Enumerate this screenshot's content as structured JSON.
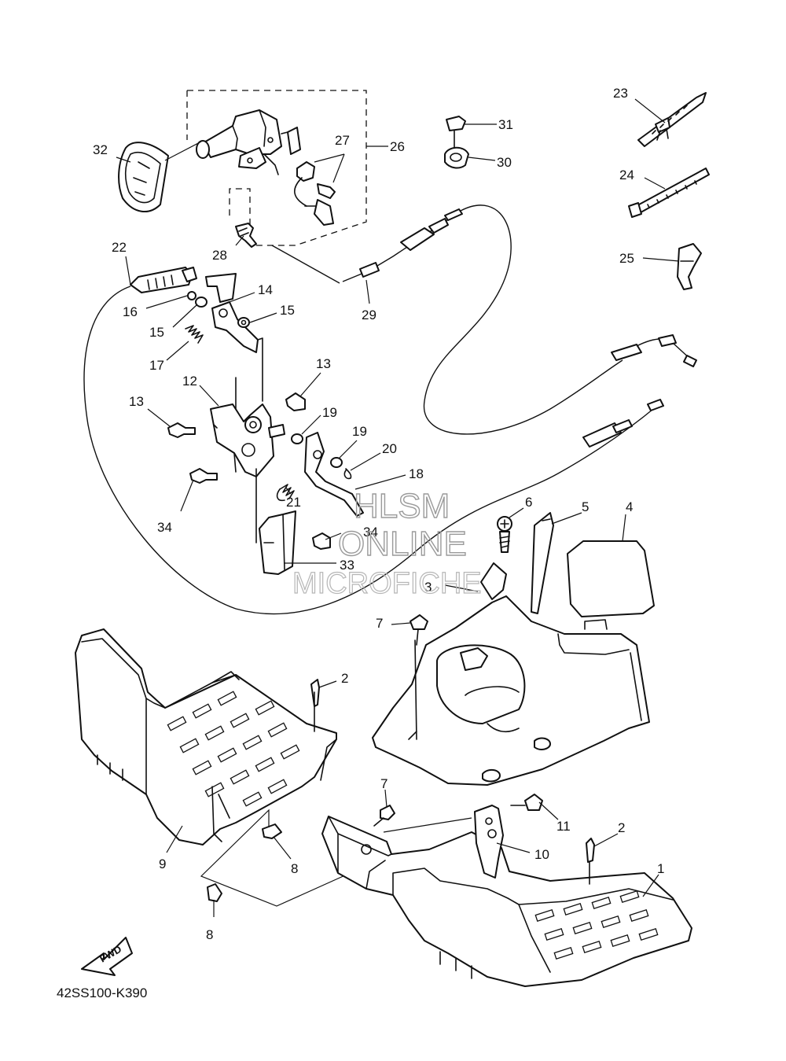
{
  "diagram": {
    "code": "42SS100-K390",
    "fwd_label": "FWD",
    "callouts": {
      "c1": "1",
      "c2a": "2",
      "c2b": "2",
      "c3": "3",
      "c4": "4",
      "c5": "5",
      "c6": "6",
      "c7a": "7",
      "c7b": "7",
      "c8a": "8",
      "c8b": "8",
      "c9": "9",
      "c10": "10",
      "c11": "11",
      "c12": "12",
      "c13a": "13",
      "c13b": "13",
      "c14": "14",
      "c15a": "15",
      "c15b": "15",
      "c16": "16",
      "c17": "17",
      "c18": "18",
      "c19a": "19",
      "c19b": "19",
      "c20": "20",
      "c21": "21",
      "c22": "22",
      "c23": "23",
      "c24": "24",
      "c25": "25",
      "c26": "26",
      "c27": "27",
      "c28": "28",
      "c29": "29",
      "c30": "30",
      "c31": "31",
      "c32": "32",
      "c33": "33",
      "c34a": "34",
      "c34b": "34"
    },
    "watermark": {
      "line1": "HLSM",
      "line2": "ONLINE",
      "line3": "MICROFICHE"
    }
  }
}
